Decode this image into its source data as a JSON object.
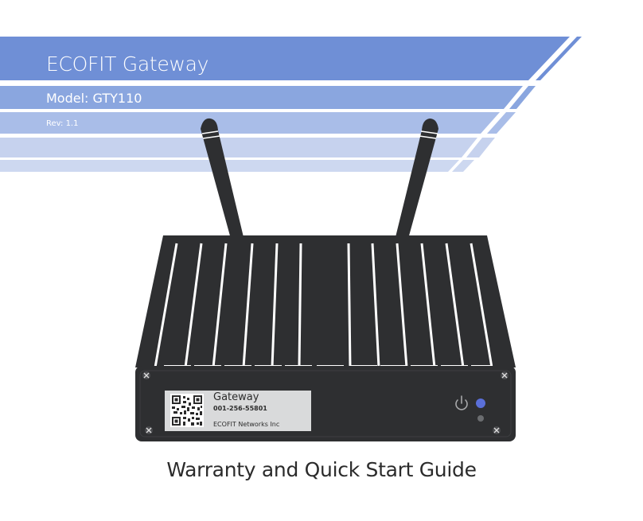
{
  "header": {
    "product_name": "ECOFIT Gateway",
    "model": "Model: GTY110",
    "revision": "Rev: 1.1"
  },
  "device_label": {
    "name": "Gateway",
    "serial": "001-256-55801",
    "company": "ECOFIT Networks Inc"
  },
  "footer": {
    "title": "Warranty and Quick Start Guide"
  },
  "colors": {
    "band_dark": "#6f8fd6",
    "band_mid": "#8aa6df",
    "band_light": "#a9bde8",
    "band_pale": "#c6d2ee",
    "device_body": "#2e2f31",
    "power_led": "#5a6fd8"
  },
  "icons": [
    "power-icon",
    "qr-code",
    "screw-icon"
  ]
}
